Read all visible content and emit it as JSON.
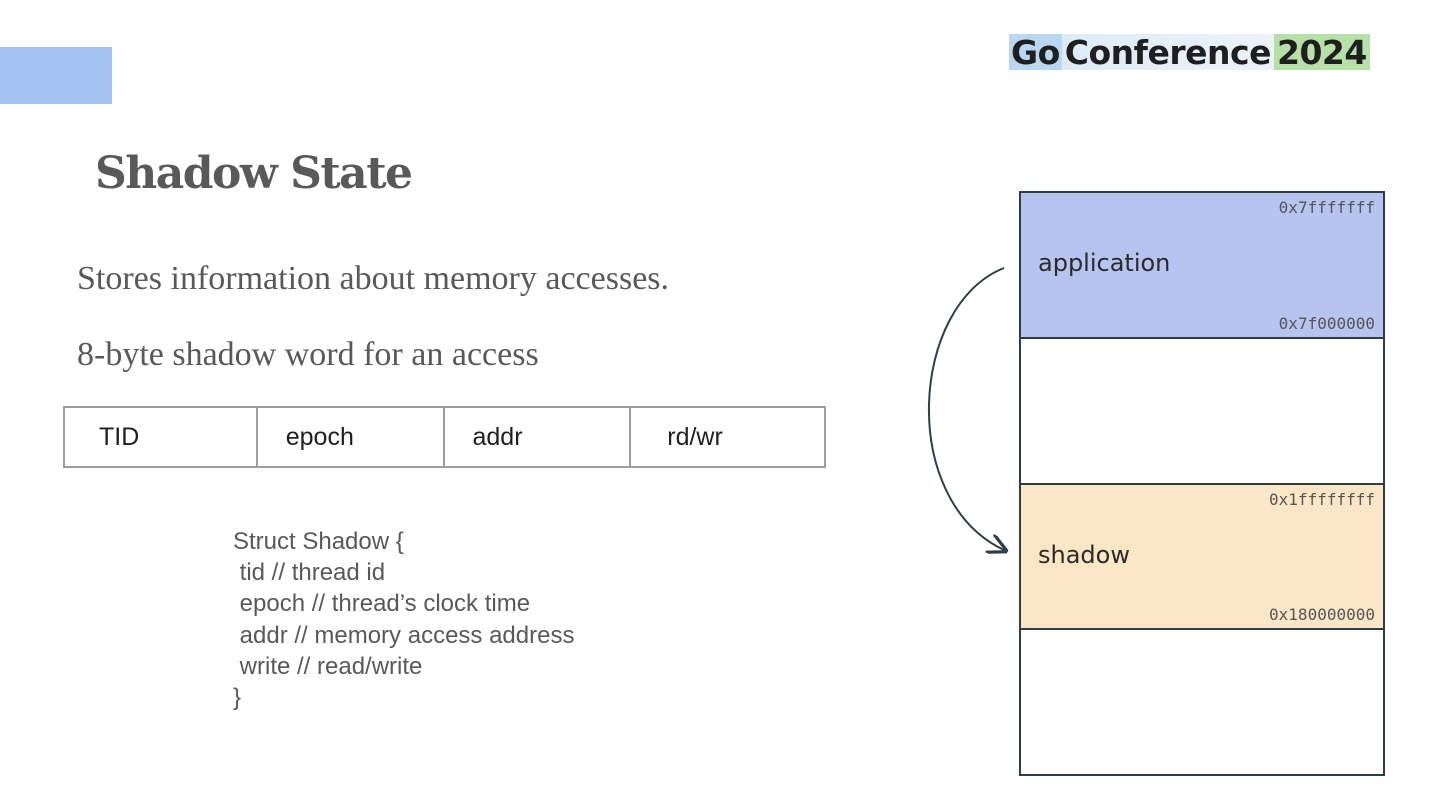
{
  "logo": {
    "part1": "Go",
    "part2": "Conference",
    "part3": "2024"
  },
  "slide": {
    "title": "Shadow State",
    "line1": "Stores information about memory accesses.",
    "line2": "8-byte shadow word for an access",
    "fields": [
      "TID",
      "epoch",
      "addr",
      "rd/wr"
    ],
    "code": [
      "Struct Shadow {",
      " tid // thread id",
      " epoch // thread’s clock time",
      " addr // memory access address",
      " write // read/write",
      "}"
    ]
  },
  "memory": {
    "regions": [
      {
        "name": "application",
        "addr_top": "0x7fffffff",
        "addr_bottom": "0x7f000000",
        "color": "#b7c4ef"
      },
      {
        "name": "",
        "addr_top": "",
        "addr_bottom": ""
      },
      {
        "name": "shadow",
        "addr_top": "0x1ffffffff",
        "addr_bottom": "0x180000000",
        "color": "#fbe6c6"
      },
      {
        "name": "",
        "addr_top": "",
        "addr_bottom": ""
      }
    ]
  }
}
